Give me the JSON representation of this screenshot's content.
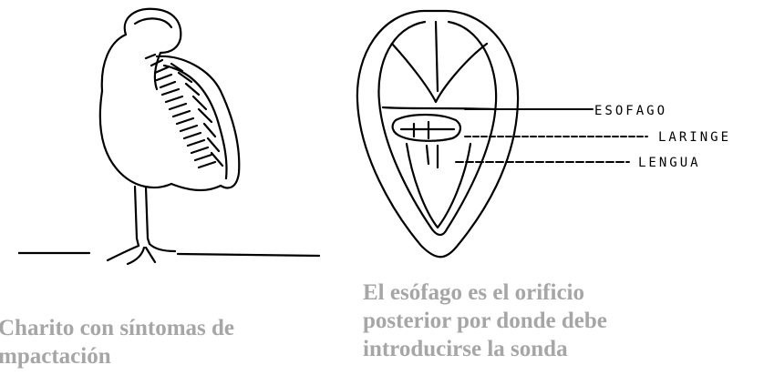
{
  "figures": {
    "left": {
      "caption_lines": [
        "Charito con síntomas de",
        "mpactación"
      ]
    },
    "right": {
      "labels": {
        "esofago": "ESOFAGO",
        "laringe": "LARINGE",
        "lengua": "LENGUA"
      },
      "caption_lines": [
        "El esófago es el orificio",
        "posterior por donde debe",
        "introducirse la sonda"
      ]
    }
  },
  "colors": {
    "caption": "#a6a6a6",
    "drawing": "#000000"
  }
}
